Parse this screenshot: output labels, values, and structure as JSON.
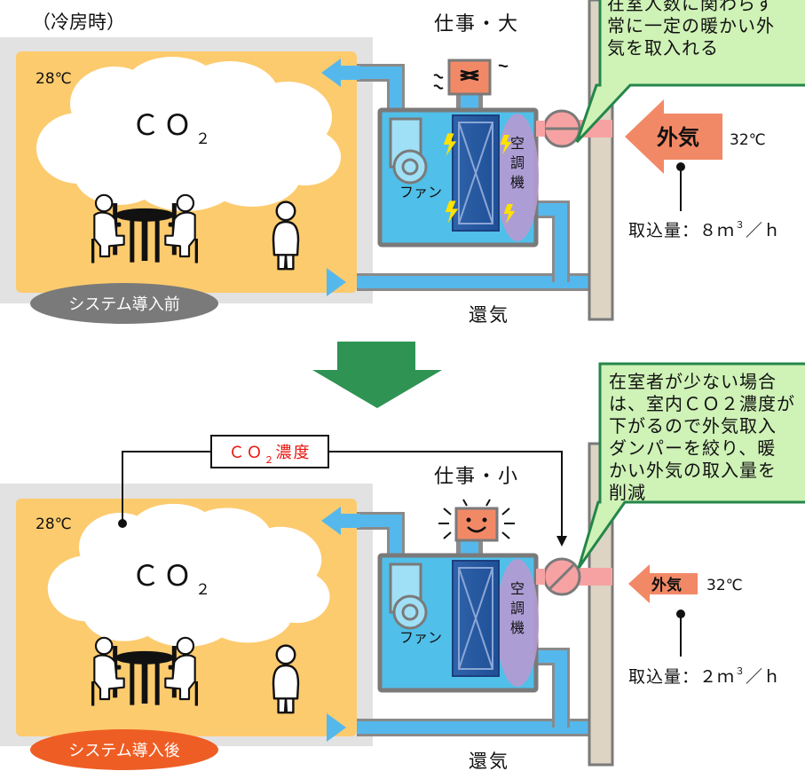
{
  "header": {
    "mode_label": "（冷房時）"
  },
  "colors": {
    "room_fill": "#fccb6e",
    "room_frame": "#e2e2e2",
    "duct": "#55b8ec",
    "duct_outline": "#8a8a8a",
    "unit_fill": "#50bfe9",
    "coil_fill": "#2e5fa6",
    "fan_box": "#f28966",
    "outside_arrow": "#f28966",
    "outside_pipe": "#f7a2a2",
    "callout_fill": "#cff2b7",
    "callout_border": "#25864a",
    "big_arrow": "#2f9353",
    "badge_before": "#7a7a7a",
    "badge_after": "#ee5d24",
    "co2_label": "#e8140e"
  },
  "panels": {
    "before": {
      "badge": "システム導入前",
      "room_temp": "28℃",
      "co2_text": "ＣＯ",
      "co2_sub": "２",
      "workload": "仕事・大",
      "fan_label": "ファン",
      "ac_label": [
        "空",
        "調",
        "機"
      ],
      "outside_label": "外気",
      "outside_temp": "32℃",
      "intake_text": "取込量：８ｍ",
      "intake_sup": "３",
      "intake_unit": "／ｈ",
      "return_air": "還気",
      "callout_lines": [
        "在室人数に関わらず",
        "常に一定の暖かい外",
        "気を取入れる"
      ]
    },
    "after": {
      "badge": "システム導入後",
      "room_temp": "28℃",
      "co2_text": "ＣＯ",
      "co2_sub": "２",
      "workload": "仕事・小",
      "fan_label": "ファン",
      "ac_label": [
        "空",
        "調",
        "機"
      ],
      "outside_label": "外気",
      "outside_temp": "32℃",
      "intake_text": "取込量：２ｍ",
      "intake_sup": "３",
      "intake_unit": "／ｈ",
      "return_air": "還気",
      "sensor_label": "ＣＯ",
      "sensor_sub": "２",
      "sensor_suffix": "濃度",
      "callout_lines": [
        "在室者が少ない場合",
        "は、室内ＣＯ２濃度が",
        "下がるので外気取入",
        "ダンパーを絞り、暖",
        "かい外気の取入量を",
        "削減"
      ]
    }
  }
}
